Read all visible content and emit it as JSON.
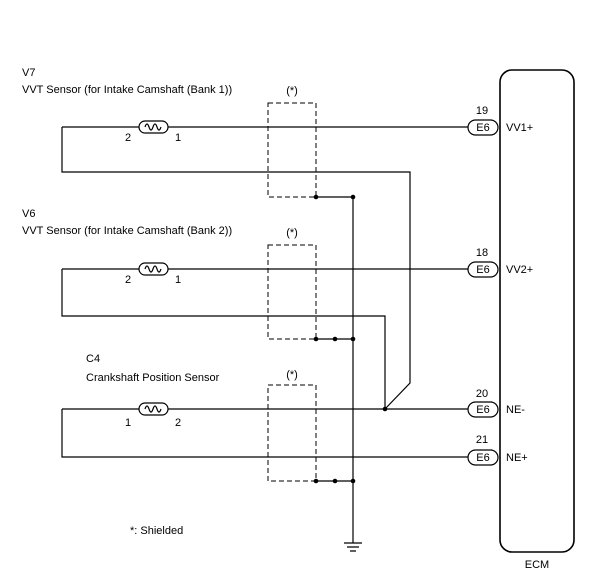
{
  "sensors": [
    {
      "code": "V7",
      "name": "VVT Sensor (for Intake Camshaft (Bank 1))",
      "shield_label": "(*)",
      "pin_left": "2",
      "pin_right": "1"
    },
    {
      "code": "V6",
      "name": "VVT Sensor (for Intake Camshaft (Bank 2))",
      "shield_label": "(*)",
      "pin_left": "2",
      "pin_right": "1"
    },
    {
      "code": "C4",
      "name": "Crankshaft Position Sensor",
      "shield_label": "(*)",
      "pin_left": "1",
      "pin_right": "2"
    }
  ],
  "ecm": {
    "label": "ECM",
    "terminals": [
      {
        "pin": "19",
        "connector": "E6",
        "signal": "VV1+"
      },
      {
        "pin": "18",
        "connector": "E6",
        "signal": "VV2+"
      },
      {
        "pin": "20",
        "connector": "E6",
        "signal": "NE-"
      },
      {
        "pin": "21",
        "connector": "E6",
        "signal": "NE+"
      }
    ]
  },
  "note": "*: Shielded"
}
